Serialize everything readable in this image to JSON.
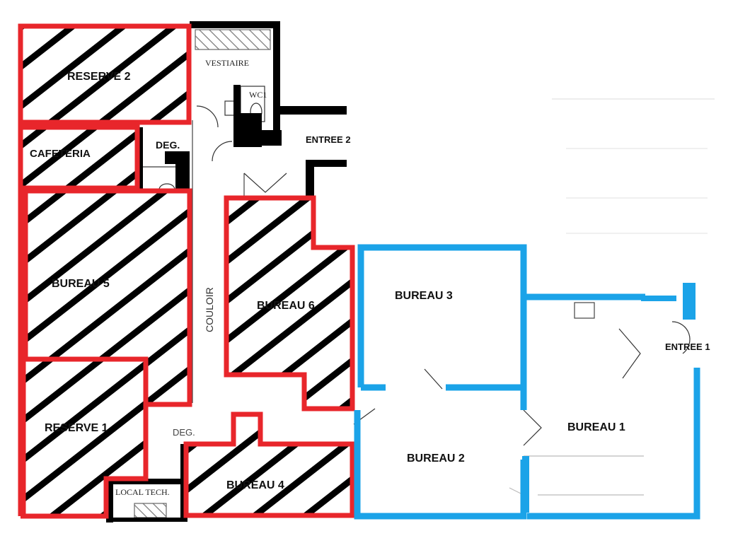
{
  "colors": {
    "occupied_outline": "#e8262b",
    "free_outline": "#1ba3e8",
    "wall": "#000000",
    "hatch": "#000000",
    "background": "#ffffff"
  },
  "rooms": {
    "reserve2": "RESERVE 2",
    "vestiaire": "VESTIAIRE",
    "wc": "WC1",
    "deg_top": "DEG.",
    "entree2": "ENTREE 2",
    "cafeteria": "CAFETERIA",
    "bureau5": "BUREAU 5",
    "couloir": "COULOIR",
    "bureau6": "BUREAU 6",
    "bureau3": "BUREAU 3",
    "entree1": "ENTREE 1",
    "bureau1": "BUREAU 1",
    "reserve1": "RESERVE 1",
    "deg_bottom": "DEG.",
    "bureau4": "BUREAU 4",
    "bureau2": "BUREAU 2",
    "local_tech": "LOCAL TECH."
  }
}
